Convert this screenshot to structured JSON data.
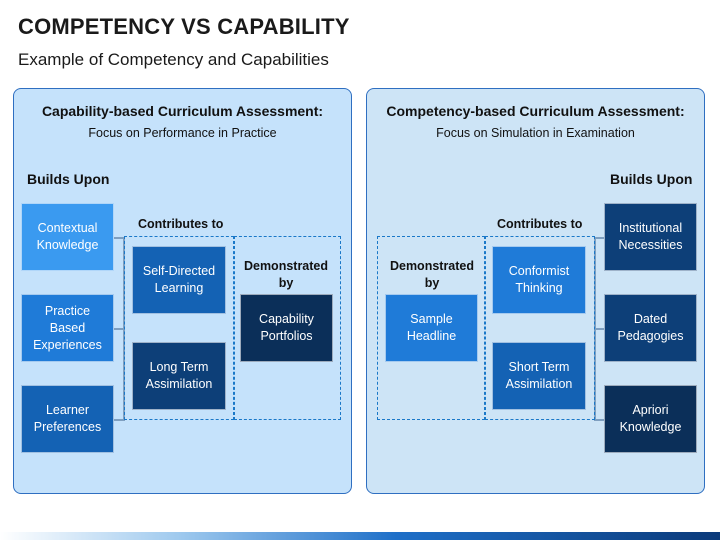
{
  "header": {
    "title": "COMPETENCY VS CAPABILITY",
    "subtitle": "Example of Competency and Capabilities"
  },
  "left_panel": {
    "heading": "Capability-based Curriculum Assessment:",
    "subheading": "Focus on Performance in Practice",
    "builds_upon_label": "Builds Upon",
    "contributes_label": "Contributes to",
    "demonstrated_label": "Demonstrated by",
    "builds_items": [
      "Contextual Knowledge",
      "Practice Based Experiences",
      "Learner Preferences"
    ],
    "contributes_items": [
      "Self-Directed Learning",
      "Long Term Assimilation"
    ],
    "demonstrated_items": [
      "Capability Portfolios"
    ]
  },
  "right_panel": {
    "heading": "Competency-based Curriculum Assessment:",
    "subheading": "Focus on Simulation in Examination",
    "builds_upon_label": "Builds Upon",
    "contributes_label": "Contributes to",
    "demonstrated_label": "Demonstrated by",
    "builds_items": [
      "Institutional Necessities",
      "Dated Pedagogies",
      "Apriori Knowledge"
    ],
    "contributes_items": [
      "Conformist Thinking",
      "Short Term Assimilation"
    ],
    "demonstrated_items": [
      "Sample Headline"
    ]
  },
  "colors": {
    "light_box": "#3a9af0",
    "mid_box": "#1f7bd8",
    "dark_box": "#0d3f78",
    "panel_border": "#2f6fc1"
  }
}
